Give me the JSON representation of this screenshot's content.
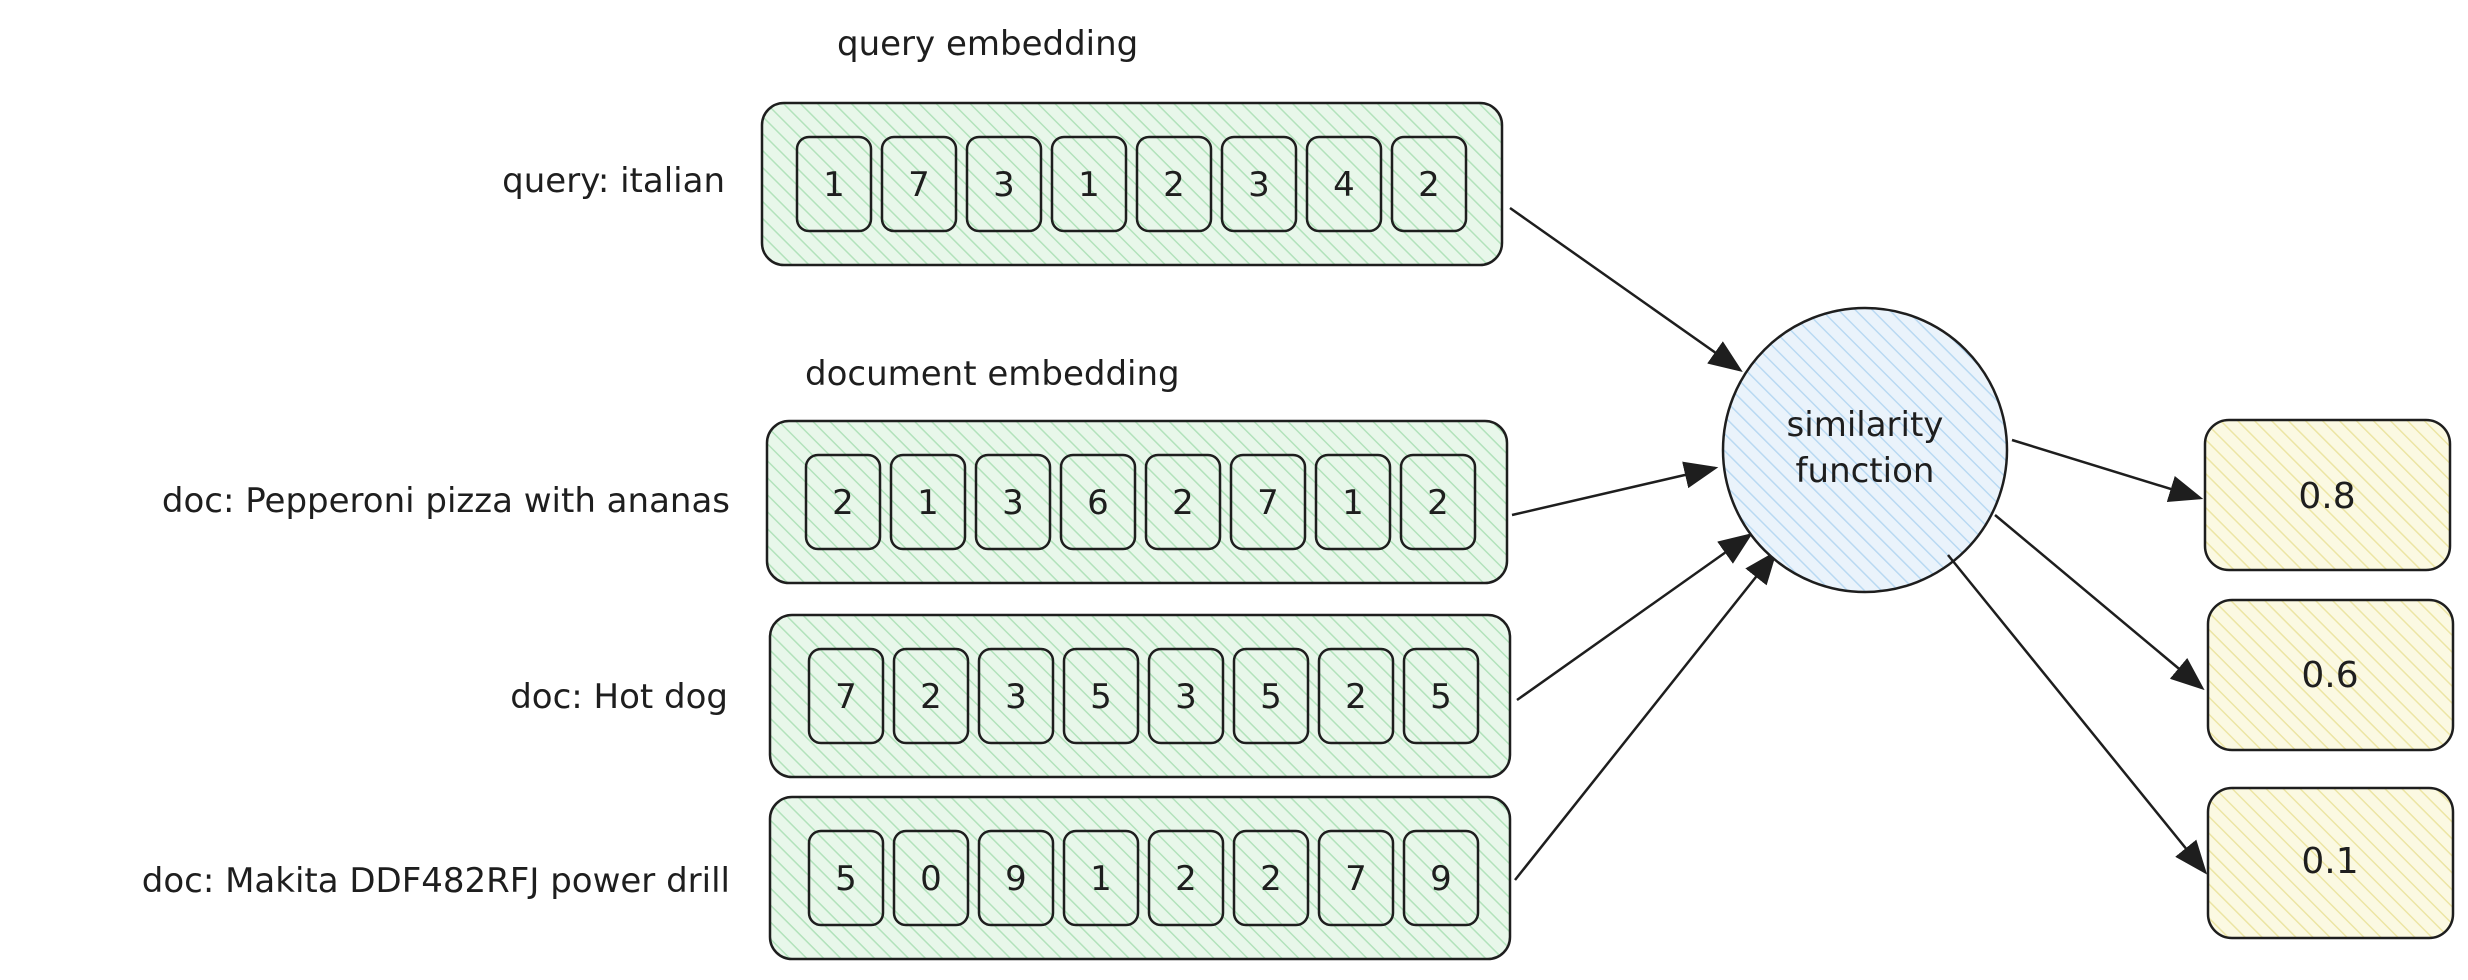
{
  "colors": {
    "stroke": "#1e1e1e",
    "embedding_fill": "#e8f7ea",
    "embedding_hatch": "#b2e2bb",
    "circle_fill": "#eaf3fb",
    "circle_hatch": "#b9d9f2",
    "score_fill": "#fbf9e2",
    "score_hatch": "#ece5a4"
  },
  "headers": {
    "query": "query embedding",
    "document": "document embedding"
  },
  "query": {
    "label": "query: italian",
    "values": [
      "1",
      "7",
      "3",
      "1",
      "2",
      "3",
      "4",
      "2"
    ]
  },
  "docs": [
    {
      "label": "doc: Pepperoni pizza with ananas",
      "values": [
        "2",
        "1",
        "3",
        "6",
        "2",
        "7",
        "1",
        "2"
      ]
    },
    {
      "label": "doc: Hot dog",
      "values": [
        "7",
        "2",
        "3",
        "5",
        "3",
        "5",
        "2",
        "5"
      ]
    },
    {
      "label": "doc: Makita DDF482RFJ power drill",
      "values": [
        "5",
        "0",
        "9",
        "1",
        "2",
        "2",
        "7",
        "9"
      ]
    }
  ],
  "similarity": {
    "line1": "similarity",
    "line2": "function"
  },
  "scores": [
    "0.8",
    "0.6",
    "0.1"
  ]
}
